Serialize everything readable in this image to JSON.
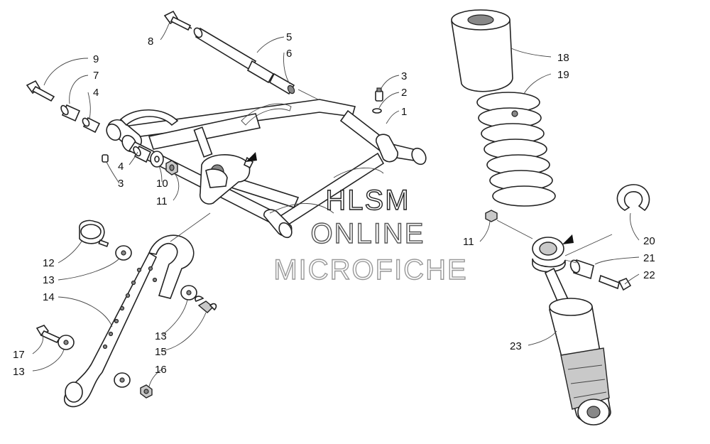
{
  "watermark": {
    "line1": "HLSM",
    "line2": "ONLINE",
    "line3": "MICROFICHE"
  },
  "callouts": [
    {
      "id": "c8",
      "label": "8"
    },
    {
      "id": "c5",
      "label": "5"
    },
    {
      "id": "c6",
      "label": "6"
    },
    {
      "id": "c9",
      "label": "9"
    },
    {
      "id": "c7",
      "label": "7"
    },
    {
      "id": "c4a",
      "label": "4"
    },
    {
      "id": "c3a",
      "label": "3"
    },
    {
      "id": "c2",
      "label": "2"
    },
    {
      "id": "c1",
      "label": "1"
    },
    {
      "id": "c4b",
      "label": "4"
    },
    {
      "id": "c3b",
      "label": "3"
    },
    {
      "id": "c10",
      "label": "10"
    },
    {
      "id": "c11a",
      "label": "11"
    },
    {
      "id": "c12",
      "label": "12"
    },
    {
      "id": "c13a",
      "label": "13"
    },
    {
      "id": "c14",
      "label": "14"
    },
    {
      "id": "c13b",
      "label": "13"
    },
    {
      "id": "c15",
      "label": "15"
    },
    {
      "id": "c16",
      "label": "16"
    },
    {
      "id": "c17",
      "label": "17"
    },
    {
      "id": "c13c",
      "label": "13"
    },
    {
      "id": "c18",
      "label": "18"
    },
    {
      "id": "c19",
      "label": "19"
    },
    {
      "id": "c11b",
      "label": "11"
    },
    {
      "id": "c20",
      "label": "20"
    },
    {
      "id": "c21",
      "label": "21"
    },
    {
      "id": "c22",
      "label": "22"
    },
    {
      "id": "c23",
      "label": "23"
    }
  ]
}
